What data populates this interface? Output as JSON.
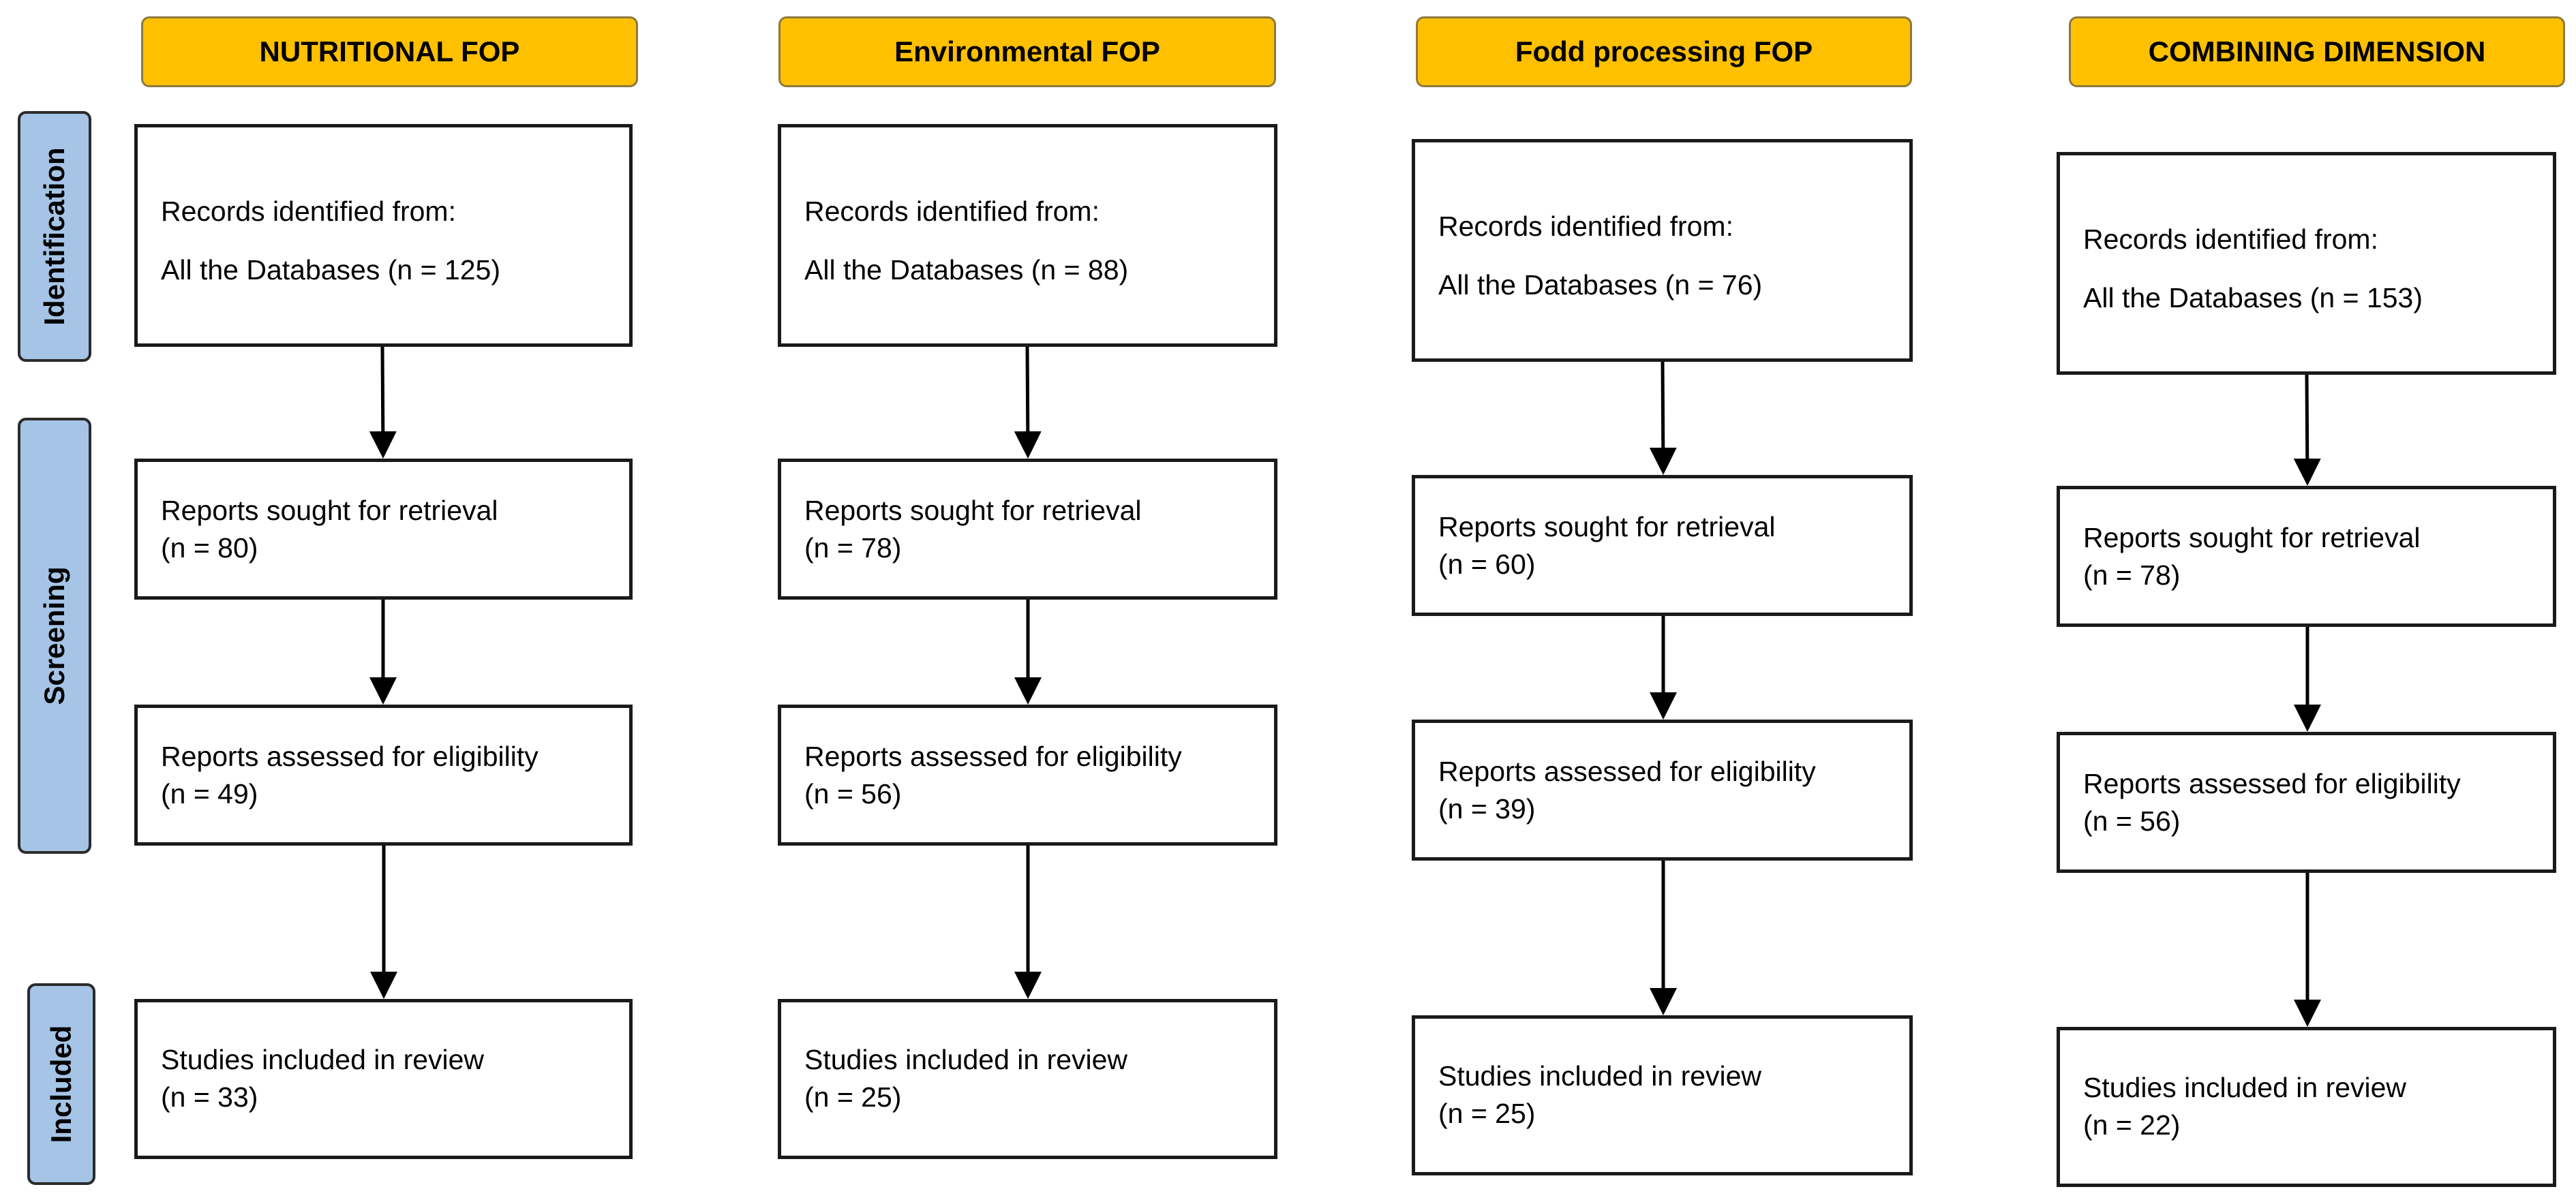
{
  "columns": [
    {
      "header": "NUTRITIONAL FOP",
      "identification": {
        "line1": "Records identified from:",
        "line2": "All the Databases (n = 125)"
      },
      "retrieval": {
        "line1": "Reports sought for retrieval",
        "line2": "(n = 80)"
      },
      "eligibility": {
        "line1": "Reports assessed for eligibility",
        "line2": "(n = 49)"
      },
      "included": {
        "line1": "Studies included in review",
        "line2": "(n = 33)"
      }
    },
    {
      "header": "Environmental FOP",
      "identification": {
        "line1": "Records identified from:",
        "line2": "All the Databases (n = 88)"
      },
      "retrieval": {
        "line1": "Reports sought for retrieval",
        "line2": "(n = 78)"
      },
      "eligibility": {
        "line1": "Reports assessed for eligibility",
        "line2": "(n = 56)"
      },
      "included": {
        "line1": "Studies included in review",
        "line2": "(n = 25)"
      }
    },
    {
      "header": "Fodd processing FOP",
      "identification": {
        "line1": "Records identified from:",
        "line2": "All the Databases (n = 76)"
      },
      "retrieval": {
        "line1": "Reports sought for retrieval",
        "line2": "(n = 60)"
      },
      "eligibility": {
        "line1": "Reports assessed for eligibility",
        "line2": "(n = 39)"
      },
      "included": {
        "line1": "Studies included in review",
        "line2": "(n = 25)"
      }
    },
    {
      "header": "COMBINING DIMENSION",
      "identification": {
        "line1": "Records identified from:",
        "line2": "All the Databases (n = 153)"
      },
      "retrieval": {
        "line1": "Reports sought for retrieval",
        "line2": "(n = 78)"
      },
      "eligibility": {
        "line1": "Reports assessed for eligibility",
        "line2": "(n = 56)"
      },
      "included": {
        "line1": "Studies included in review",
        "line2": "(n = 22)"
      }
    }
  ],
  "stages": {
    "identification": "Identification",
    "screening": "Screening",
    "included": "Included"
  },
  "colors": {
    "header_fill": "#FFC000",
    "stage_fill": "#A6C4E6",
    "box_border": "#1A1A1A"
  }
}
